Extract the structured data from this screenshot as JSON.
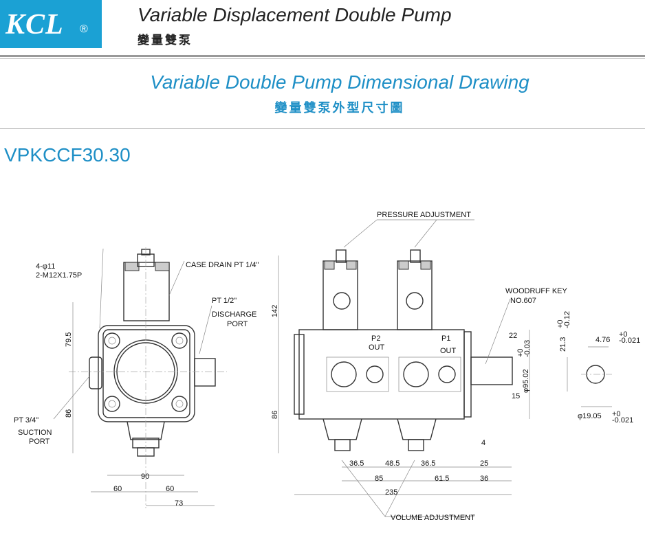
{
  "header": {
    "logo": "KCL",
    "logo_mark": "®",
    "title": "Variable Displacement  Double Pump",
    "subtitle": "變量雙泵"
  },
  "section": {
    "title": "Variable  Double  Pump  Dimensional Drawing",
    "subtitle": "變量雙泵外型尺寸圖"
  },
  "model": "VPKCCF30.30",
  "front_view": {
    "labels": {
      "holes": "4-φ11",
      "thread": "2-M12X1.75P",
      "case_drain": "CASE DRAIN PT 1/4\"",
      "discharge_size": "PT 1/2\"",
      "discharge": "DISCHARGE",
      "discharge2": "PORT",
      "suction_size": "PT 3/4\"",
      "suction": "SUCTION",
      "suction2": "PORT"
    },
    "dims": {
      "h_top": "79.5",
      "h_bottom": "86",
      "w_sq": "90",
      "w_left": "60",
      "w_right": "60",
      "w_73": "73"
    }
  },
  "side_view": {
    "labels": {
      "pressure_adj": "PRESSURE ADJUSTMENT",
      "volume_adj": "VOLUME ADJUSTMENT",
      "p2": "P2",
      "p2_out": "OUT",
      "p1": "P1",
      "p1_out": "OUT",
      "woodruff": "WOODRUFF KEY",
      "woodruff_no": "NO.607"
    },
    "dims": {
      "h142": "142",
      "h86": "86",
      "d36_5a": "36.5",
      "d48_5": "48.5",
      "d36_5b": "36.5",
      "d25": "25",
      "d4": "4",
      "d85": "85",
      "d61_5": "61.5",
      "d36": "36",
      "d235": "235",
      "d22": "22",
      "d15": "15",
      "dia95": "φ95.02",
      "tol95_p": "+0",
      "tol95_m": "-0.03"
    }
  },
  "shaft_view": {
    "dims": {
      "h21_3": "21.3",
      "tol21_p": "+0",
      "tol21_m": "-0.12",
      "key": "4.76",
      "tolkey_p": "+0",
      "tolkey_m": "-0.021",
      "dia": "φ19.05",
      "toldia_p": "+0",
      "toldia_m": "-0.021"
    }
  }
}
